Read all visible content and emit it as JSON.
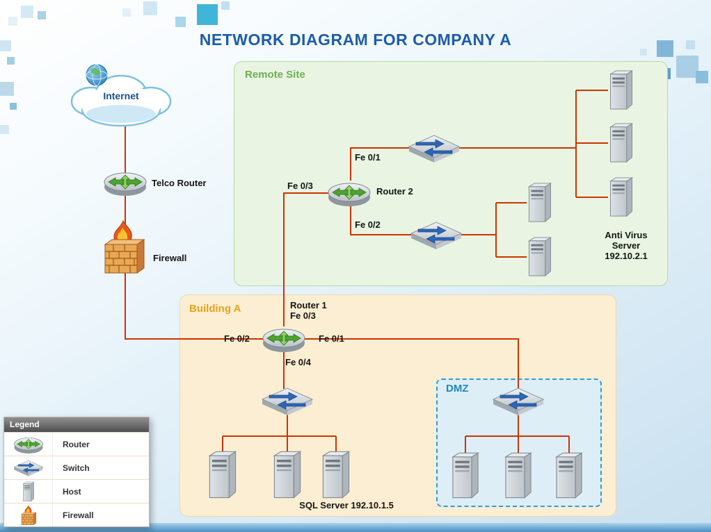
{
  "title": "NETWORK DIAGRAM FOR COMPANY A",
  "regions": {
    "remote_site": {
      "label": "Remote Site"
    },
    "building_a": {
      "label": "Building A"
    },
    "dmz": {
      "label": "DMZ"
    }
  },
  "nodes": {
    "internet": {
      "label": "Internet"
    },
    "telco_router": {
      "label": "Telco Router"
    },
    "firewall": {
      "label": "Firewall"
    },
    "router2": {
      "label": "Router 2"
    },
    "router1": {
      "label": "Router 1"
    },
    "antivirus_server": {
      "label": "Anti Virus Server 192.10.2.1"
    },
    "sql_server": {
      "label": "SQL Server 192.10.1.5"
    }
  },
  "ports": {
    "router2_fe01": "Fe 0/1",
    "router2_fe02": "Fe 0/2",
    "router2_fe03": "Fe 0/3",
    "router1_fe01": "Fe 0/1",
    "router1_fe02": "Fe 0/2",
    "router1_fe03": "Fe 0/3",
    "router1_fe04": "Fe 0/4"
  },
  "legend": {
    "title": "Legend",
    "items": [
      {
        "label": "Router",
        "icon": "router-icon"
      },
      {
        "label": "Switch",
        "icon": "switch-icon"
      },
      {
        "label": "Host",
        "icon": "host-icon"
      },
      {
        "label": "Firewall",
        "icon": "firewall-icon"
      }
    ]
  },
  "colors": {
    "title": "#1c5cac",
    "connection": "#cc3300",
    "remote_site_label": "#6cb052",
    "building_a_label": "#e8a21c",
    "dmz_label": "#1e88bb"
  }
}
